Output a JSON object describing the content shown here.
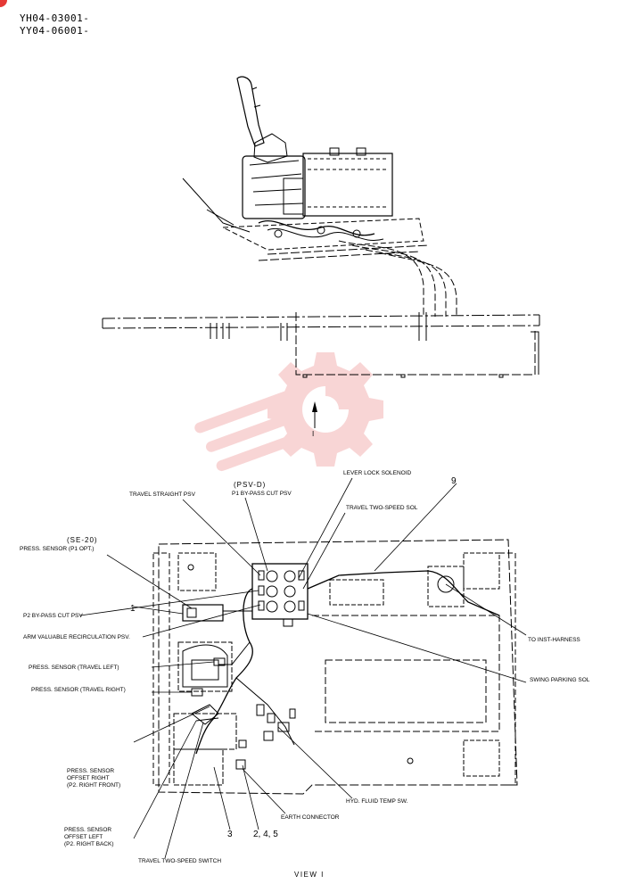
{
  "header": {
    "serial_1": "YH04-03001-",
    "serial_2": "YY04-06001-"
  },
  "upper_view": {
    "pointer_label": "I"
  },
  "labels": {
    "travel_straight_psv": "TRAVEL STRAIGHT PSV",
    "psv_d": "(PSV-D)",
    "p1_bypass_cut_psv": "P1 BY-PASS CUT PSV",
    "lever_lock_solenoid": "LEVER LOCK SOLENOID",
    "travel_two_speed_sol": "TRAVEL TWO-SPEED SOL",
    "se20": "(SE-20)",
    "press_sensor_p1_opt": "PRESS. SENSOR (P1 OPT.)",
    "p2_bypass_cut_psv": "P2 BY-PASS CUT PSV",
    "arm_valuable_recirc_psv": "ARM VALUABLE RECIRCULATION PSV.",
    "press_sensor_travel_left": "PRESS. SENSOR (TRAVEL LEFT)",
    "press_sensor_travel_right": "PRESS. SENSOR (TRAVEL RIGHT)",
    "press_sensor_offset_right_1": "PRESS. SENSOR",
    "press_sensor_offset_right_2": "OFFSET RIGHT",
    "press_sensor_offset_right_3": "(P2. RIGHT FRONT)",
    "press_sensor_offset_left_1": "PRESS. SENSOR",
    "press_sensor_offset_left_2": "OFFSET LEFT",
    "press_sensor_offset_left_3": "(P2. RIGHT BACK)",
    "travel_two_speed_switch": "TRAVEL TWO-SPEED SWITCH",
    "to_inst_harness": "TO INST-HARNESS",
    "swing_parking_sol": "SWING PARKING SOL",
    "hyd_fluid_temp_sw": "HYD. FLUID TEMP SW.",
    "earth_connector": "EARTH CONNECTOR"
  },
  "callouts": {
    "c1": "1",
    "c9": "9",
    "c3": "3",
    "c245": "2, 4, 5"
  },
  "footer": {
    "view_label": "VIEW I"
  },
  "colors": {
    "watermark": "#f3b4b4",
    "line": "#000000"
  }
}
